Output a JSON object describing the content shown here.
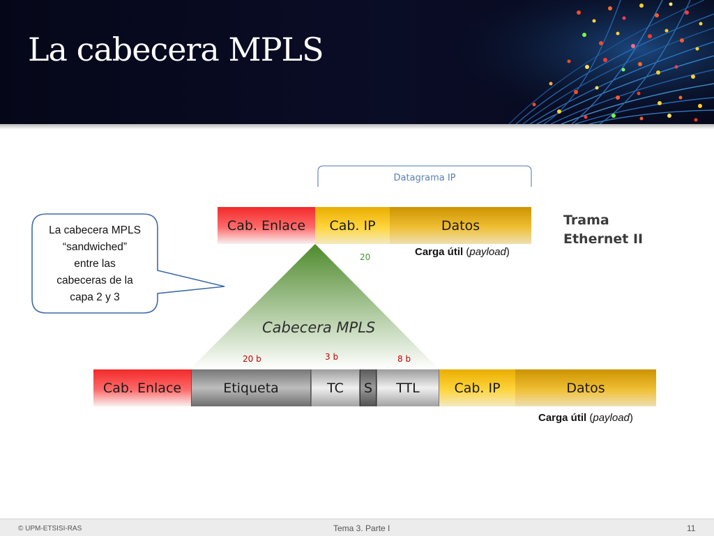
{
  "slide": {
    "title": "La cabecera MPLS",
    "datagram_label": "Datagrama IP",
    "top_frame": {
      "link_header": "Cab. Enlace",
      "ip_header": "Cab. IP",
      "data": "Datos",
      "ip_size": "20",
      "frame_name_line1": "Trama",
      "frame_name_line2": "Ethernet II",
      "payload_bold": "Carga útil",
      "payload_paren_open": "(",
      "payload_italic": "payload",
      "payload_paren_close": ")"
    },
    "callout": {
      "line1": "La cabecera MPLS",
      "line2": "“sandwiched”",
      "line3": "entre las",
      "line4": "cabeceras de la",
      "line5": "capa 2 y 3"
    },
    "mpls_label": "Cabecera MPLS",
    "field_sizes": {
      "label": "20 b",
      "tc": "3 b",
      "ttl": "8 b"
    },
    "bottom_frame": {
      "link_header": "Cab. Enlace",
      "label_field": "Etiqueta",
      "tc_field": "TC",
      "s_field": "S",
      "ttl_field": "TTL",
      "ip_header": "Cab. IP",
      "data": "Datos",
      "payload_bold": "Carga útil",
      "payload_paren_open": "(",
      "payload_italic": "payload",
      "payload_paren_close": ")"
    },
    "footer": {
      "copyright": "© UPM-ETSISI-RAS",
      "topic": "Tema 3. Parte I",
      "page_number": "11"
    },
    "colors": {
      "header_bg": "#050719",
      "link_red": "#f22a2a",
      "ip_yellow": "#ffd53d",
      "data_gold": "#f0bf35",
      "mpls_green": "#4e8a2c",
      "size_red": "#c00000",
      "ip_size_green": "#3c9a2a",
      "callout_border": "#3d6aa8"
    }
  }
}
